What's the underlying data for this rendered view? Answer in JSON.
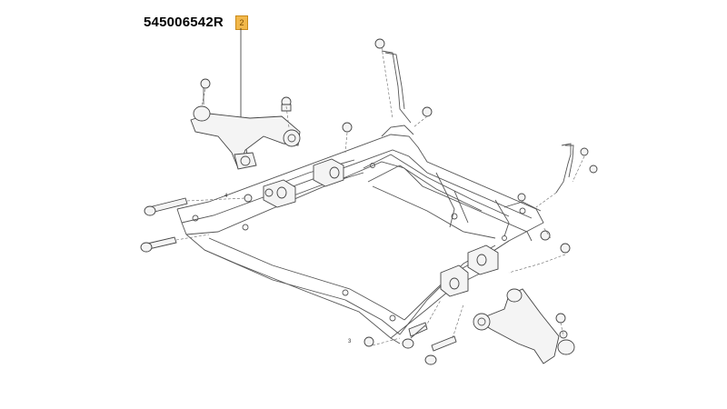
{
  "part_number": "545006542R",
  "callout": {
    "label": "2",
    "color": "#f2b84b"
  },
  "small_labels": [
    "4",
    "3"
  ]
}
